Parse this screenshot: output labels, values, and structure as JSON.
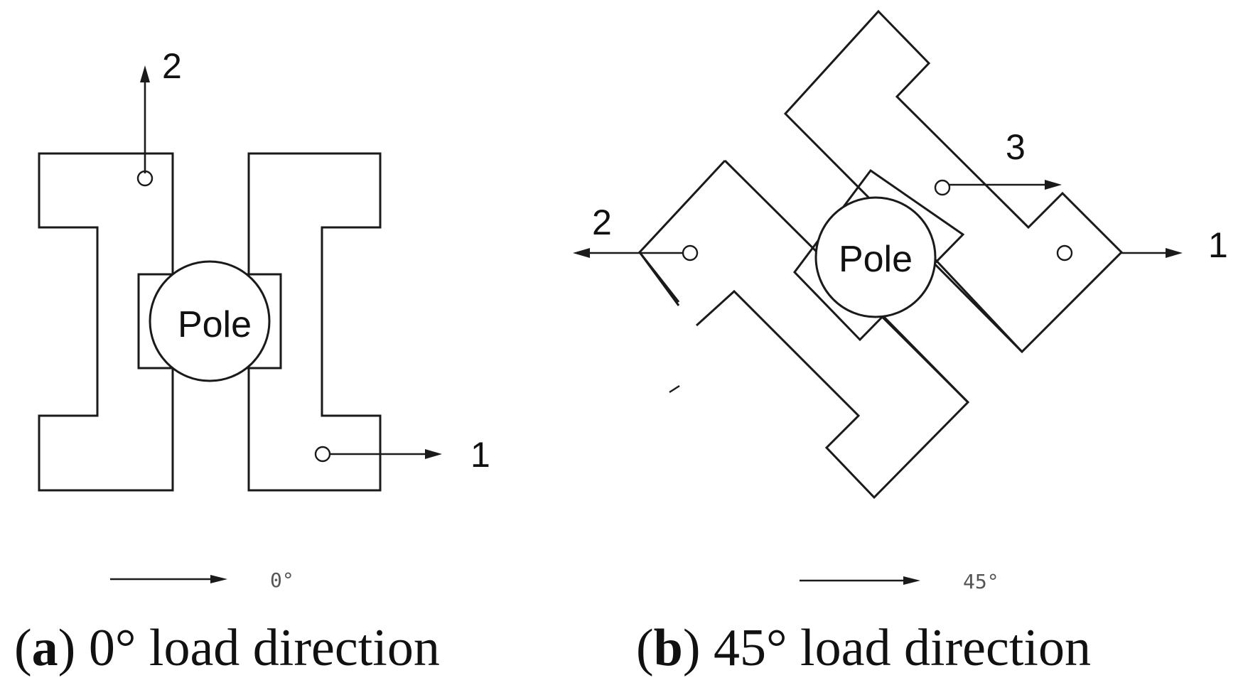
{
  "panels": [
    {
      "id": "a",
      "caption_letter": "a",
      "caption_text": " 0° load direction",
      "pole_label": "Pole",
      "points": [
        "1",
        "2"
      ],
      "angle_label": "0°"
    },
    {
      "id": "b",
      "caption_letter": "b",
      "caption_text": " 45° load direction",
      "pole_label": "Pole",
      "points": [
        "1",
        "2",
        "3"
      ],
      "angle_label": "45°"
    }
  ]
}
